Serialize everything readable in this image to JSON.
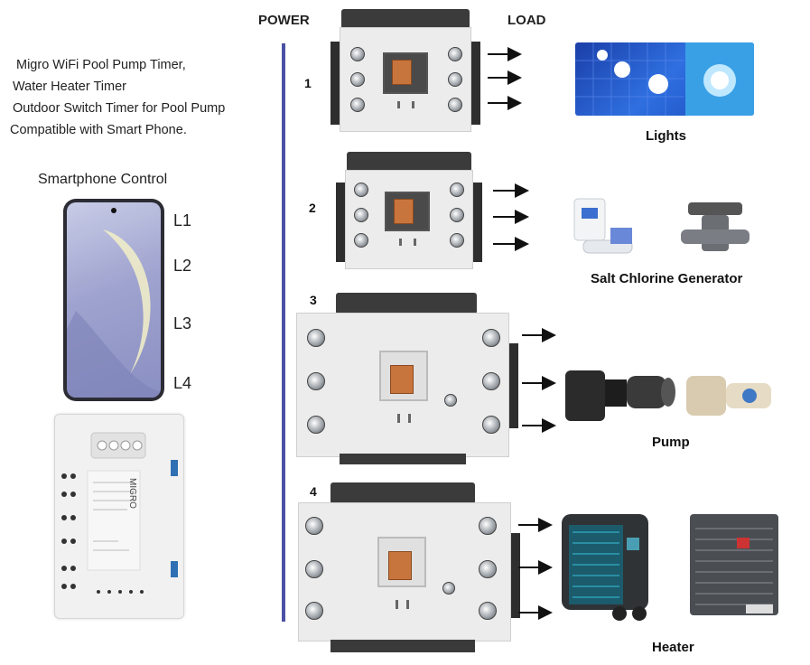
{
  "headers": {
    "power": "POWER",
    "load": "LOAD"
  },
  "description": [
    "Migro WiFi Pool Pump Timer,",
    "Water Heater Timer",
    "Outdoor Switch Timer for Pool Pump",
    "Compatible with Smart Phone."
  ],
  "smartphone_title": "Smartphone Control",
  "channels": [
    "L1",
    "L2",
    "L3",
    "L4"
  ],
  "device_brand": "MIGRO",
  "relays": [
    {
      "number": "1",
      "load": "Lights"
    },
    {
      "number": "2",
      "load": "Salt Chlorine Generator"
    },
    {
      "number": "3",
      "load": "Pump"
    },
    {
      "number": "4",
      "load": "Heater"
    }
  ],
  "colors": {
    "power_line": "#4b52a3",
    "contactor_slider": "#c8743d",
    "contactor_body": "#ececec"
  },
  "icons": [
    "arrow-right-icon",
    "screw-terminal-icon",
    "camera-icon"
  ]
}
